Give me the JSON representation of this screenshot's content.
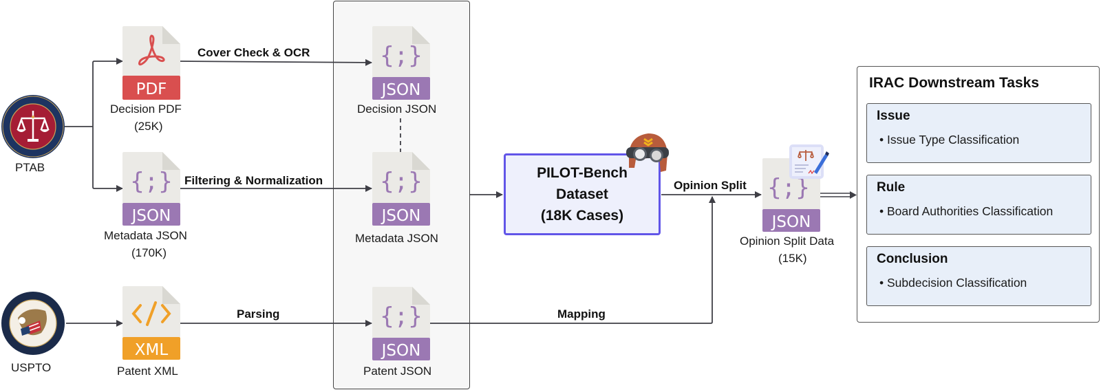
{
  "sources": {
    "ptab": {
      "label": "PTAB",
      "icon": "ptab-seal-icon"
    },
    "uspto": {
      "label": "USPTO",
      "icon": "uspto-seal-icon"
    }
  },
  "raw_files": {
    "decision_pdf": {
      "badge": "PDF",
      "label": "Decision PDF",
      "count": "(25K)",
      "icon": "pdf-file-icon",
      "color": "#d94f4f"
    },
    "metadata_json": {
      "badge": "JSON",
      "label": "Metadata JSON",
      "count": "(170K)",
      "icon": "json-file-icon",
      "color": "#9b78b3"
    },
    "patent_xml": {
      "badge": "XML",
      "label": "Patent XML",
      "icon": "xml-file-icon",
      "color": "#f0a028"
    }
  },
  "edges": {
    "cover_check": "Cover Check & OCR",
    "filtering": "Filtering & Normalization",
    "parsing": "Parsing",
    "mapping": "Mapping",
    "opinion_split": "Opinion Split"
  },
  "processed_files": {
    "decision_json": {
      "badge": "JSON",
      "label": "Decision JSON"
    },
    "metadata_json": {
      "badge": "JSON",
      "label": "Metadata JSON"
    },
    "patent_json": {
      "badge": "JSON",
      "label": "Patent JSON"
    }
  },
  "dataset": {
    "line1": "PILOT-Bench",
    "line2": "Dataset",
    "line3": "(18K Cases)",
    "icon": "pilot-helmet-icon",
    "border_color": "#6155e8"
  },
  "opinion_split_data": {
    "badge": "JSON",
    "label": "Opinion Split Data",
    "count": "(15K)",
    "icon": "legal-document-icon"
  },
  "irac": {
    "title": "IRAC Downstream Tasks",
    "cards": [
      {
        "title": "Issue",
        "item": "• Issue Type Classification"
      },
      {
        "title": "Rule",
        "item": "• Board Authorities Classification"
      },
      {
        "title": "Conclusion",
        "item": "• Subdecision Classification"
      }
    ]
  }
}
